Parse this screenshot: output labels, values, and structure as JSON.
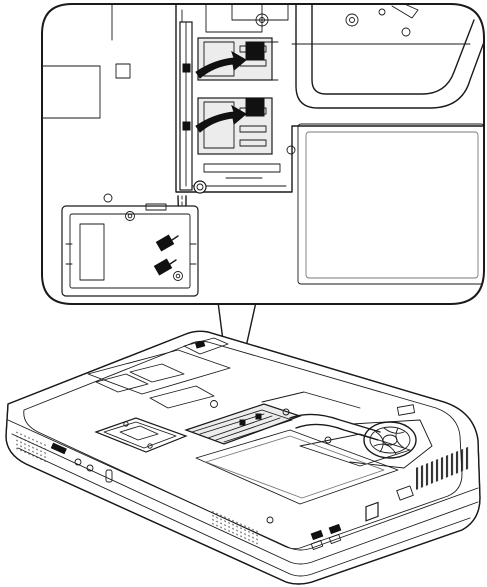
{
  "figure": {
    "subject": "laptop-bottom-memory-slot-illustration",
    "colors": {
      "line": "#1a1a1a",
      "panel": "#ececec",
      "background": "#ffffff",
      "marker": "#111111"
    },
    "icons": [
      "memory-module",
      "insertion-arrow",
      "screw",
      "antenna-cable",
      "cooling-fan"
    ]
  }
}
